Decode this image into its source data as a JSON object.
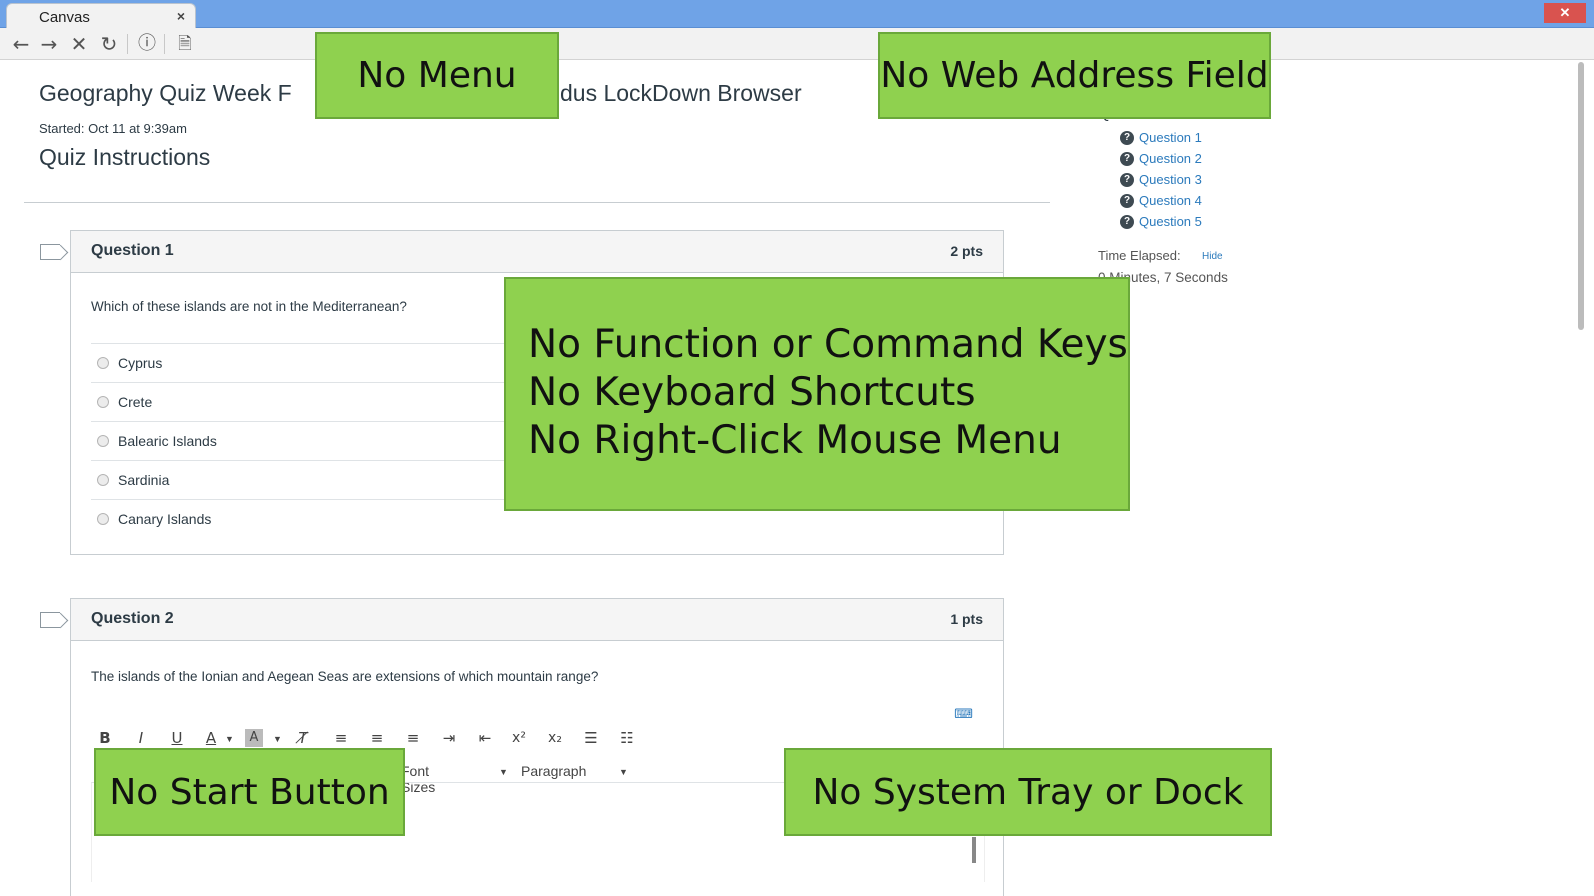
{
  "browser": {
    "tab_title": "Canvas",
    "tab_close": "×",
    "window_close": "✕",
    "toolbar_icons": [
      "back-icon",
      "forward-icon",
      "stop-icon",
      "reload-icon",
      "info-icon",
      "page-icon"
    ]
  },
  "quiz": {
    "title": "Geography Quiz Week F",
    "title_tail": "dus LockDown Browser",
    "started": "Started: Oct 11 at 9:39am",
    "instructions_heading": "Quiz Instructions"
  },
  "questions": [
    {
      "name": "Question 1",
      "points": "2 pts",
      "text": "Which of these islands are not in the Mediterranean?",
      "answers": [
        "Cyprus",
        "Crete",
        "Balearic Islands",
        "Sardinia",
        "Canary Islands"
      ]
    },
    {
      "name": "Question 2",
      "points": "1 pts",
      "text": "The islands of the Ionian and Aegean Seas are extensions of which mountain range?",
      "editor": {
        "font_sizes": "Font Sizes",
        "paragraph": "Paragraph"
      }
    }
  ],
  "sidebar": {
    "heading": "Questions",
    "items": [
      "Question 1",
      "Question 2",
      "Question 3",
      "Question 4",
      "Question 5"
    ],
    "time_elapsed_label": "Time Elapsed:",
    "hide_label": "Hide",
    "time_elapsed_value": "0 Minutes, 7 Seconds"
  },
  "callouts": {
    "no_menu": "No Menu",
    "no_address": "No Web Address Field",
    "no_keys": [
      "No Function or Command Keys",
      "No Keyboard Shortcuts",
      "No Right-Click Mouse Menu"
    ],
    "no_start": "No Start Button",
    "no_tray": "No System Tray or Dock"
  },
  "colors": {
    "callout_green": "#8fd14f",
    "link_blue": "#2b7abc",
    "titlebar_blue": "#6fa3e7"
  }
}
